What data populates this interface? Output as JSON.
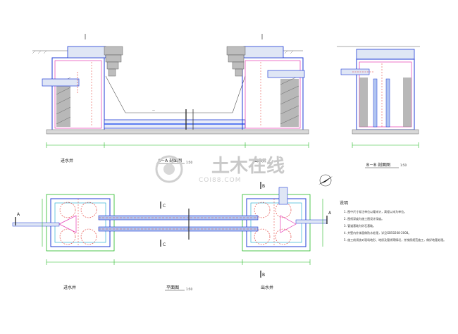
{
  "views": {
    "section_aa": {
      "title": "A－A 剖面图",
      "scale": "1:50"
    },
    "section_bb": {
      "title": "B－B 剖面图",
      "scale": "1:50"
    },
    "plan": {
      "title": "平面图",
      "scale": "1:50"
    }
  },
  "wells": {
    "left_label": "进水井",
    "right_label": "出水井"
  },
  "section_cuts": {
    "a_left": "A",
    "a_right": "A",
    "b_top": "B",
    "b_bottom": "B",
    "c_top": "C",
    "c_bottom": "C"
  },
  "notes": {
    "title": "说明",
    "items": [
      "1. 图中尺寸标注单位以毫米计，高程以米为单位。",
      "2. 图纸深度为施工图设计深度。",
      "3. 管道基础为砂石基础。",
      "4. 井壁内外抹面做防水处理，详见GB50268-2008。",
      "5. 施工前须核对现场地形、地质及管线等情况，并按照规范施工，做好地基处理。"
    ]
  },
  "watermark": {
    "brand": "土木在线",
    "site": "COI88.COM"
  },
  "colors": {
    "outline": "#1f3bd6",
    "pipe": "#2d59f0",
    "dashed": "#e0302a",
    "magenta": "#e43cb4",
    "concrete": "#9a9a9a",
    "green": "#27b927",
    "cyan": "#2fb3d6"
  }
}
